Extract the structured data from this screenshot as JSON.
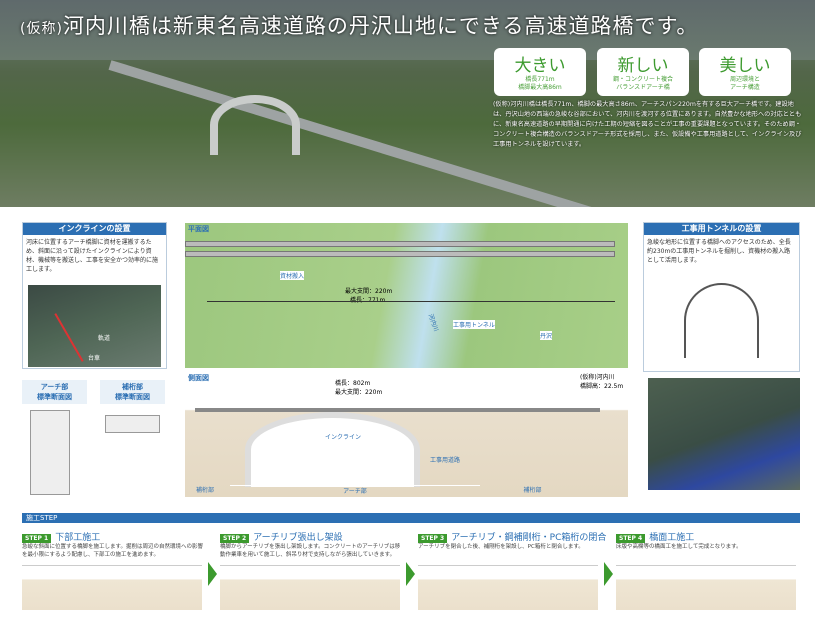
{
  "hero": {
    "title_prefix": "(仮称)",
    "title": "河内川橋は新東名高速道路の丹沢山地にできる高速道路橋です。",
    "cards": [
      {
        "heading": "大きい",
        "lines": [
          "橋長771m",
          "橋脚最大高86m"
        ]
      },
      {
        "heading": "新しい",
        "lines": [
          "鋼・コンクリート複合",
          "バランスドアーチ橋"
        ]
      },
      {
        "heading": "美しい",
        "lines": [
          "周辺環境と",
          "アーチ構造"
        ]
      }
    ],
    "description": "(仮称)河内川橋は橋長771m、橋脚の最大高さ86m、アーチスパン220mを有する巨大アーチ橋です。建設地は、丹沢山地の西端の急峻な谷部において、河内川を渡河する位置にあります。自然豊かな地形への対応とともに、新東名高速道路の早期開通に向けた工期の短縮を図ることが工事の重要課題となっています。そのため鋼・コンクリート複合構造のバランスドアーチ形式を採用し、また、仮設備や工事用道路として、インクライン及び工事用トンネルを設けています。"
  },
  "left_panel": {
    "title": "インクラインの設置",
    "text": "河床に位置するアーチ橋脚に資材を運搬するため、斜面に沿って設けたインクラインにより資材、機械等を搬送し、工事を安全かつ効率的に施工します。",
    "photo_labels": [
      "軌道",
      "台車"
    ],
    "section_labels": [
      {
        "line1": "アーチ部",
        "line2": "標準断面図"
      },
      {
        "line1": "補桁部",
        "line2": "標準断面図"
      }
    ]
  },
  "plan": {
    "title": "平面図",
    "labels": [
      "資材搬入",
      "最大支間：220m",
      "橋長：771m",
      "工事用トンネル",
      "河内川",
      "丹沢"
    ]
  },
  "profile": {
    "title": "側面図",
    "labels": [
      "橋長：802m",
      "最大支間：220m",
      "(仮称)河内川",
      "橋脚高：22.5m",
      "インクライン",
      "工事用道路",
      "アーチ部",
      "補桁部",
      "補桁部"
    ]
  },
  "right_panel": {
    "title": "工事用トンネルの設置",
    "text": "急峻な地形に位置する橋脚へのアクセスのため、全長約230mの工事用トンネルを掘削し、資機材の搬入路として活用します。"
  },
  "steps": {
    "header": "施工STEP",
    "items": [
      {
        "badge": "STEP 1",
        "title": "下部工施工",
        "text": "急峻な斜面に位置する橋脚を施工します。掘削は周辺の自然環境への影響を最小限にするよう配慮し、下部工の施工を進めます。"
      },
      {
        "badge": "STEP 2",
        "title": "アーチリブ張出し架設",
        "text": "橋脚からアーチリブを張出し架設します。コンクリートのアーチリブは移動作業車を用いて施工し、斜吊り材で支持しながら張出していきます。"
      },
      {
        "badge": "STEP 3",
        "title": "アーチリブ・鋼補剛桁・PC箱桁の閉合",
        "text": "アーチリブを閉合した後、補剛桁を架設し、PC箱桁と閉合します。"
      },
      {
        "badge": "STEP 4",
        "title": "橋面工施工",
        "text": "床版や高欄等の橋面工を施工して完成となります。"
      }
    ]
  },
  "colors": {
    "accent": "#2c6fb3",
    "green": "#3c9a2e"
  }
}
